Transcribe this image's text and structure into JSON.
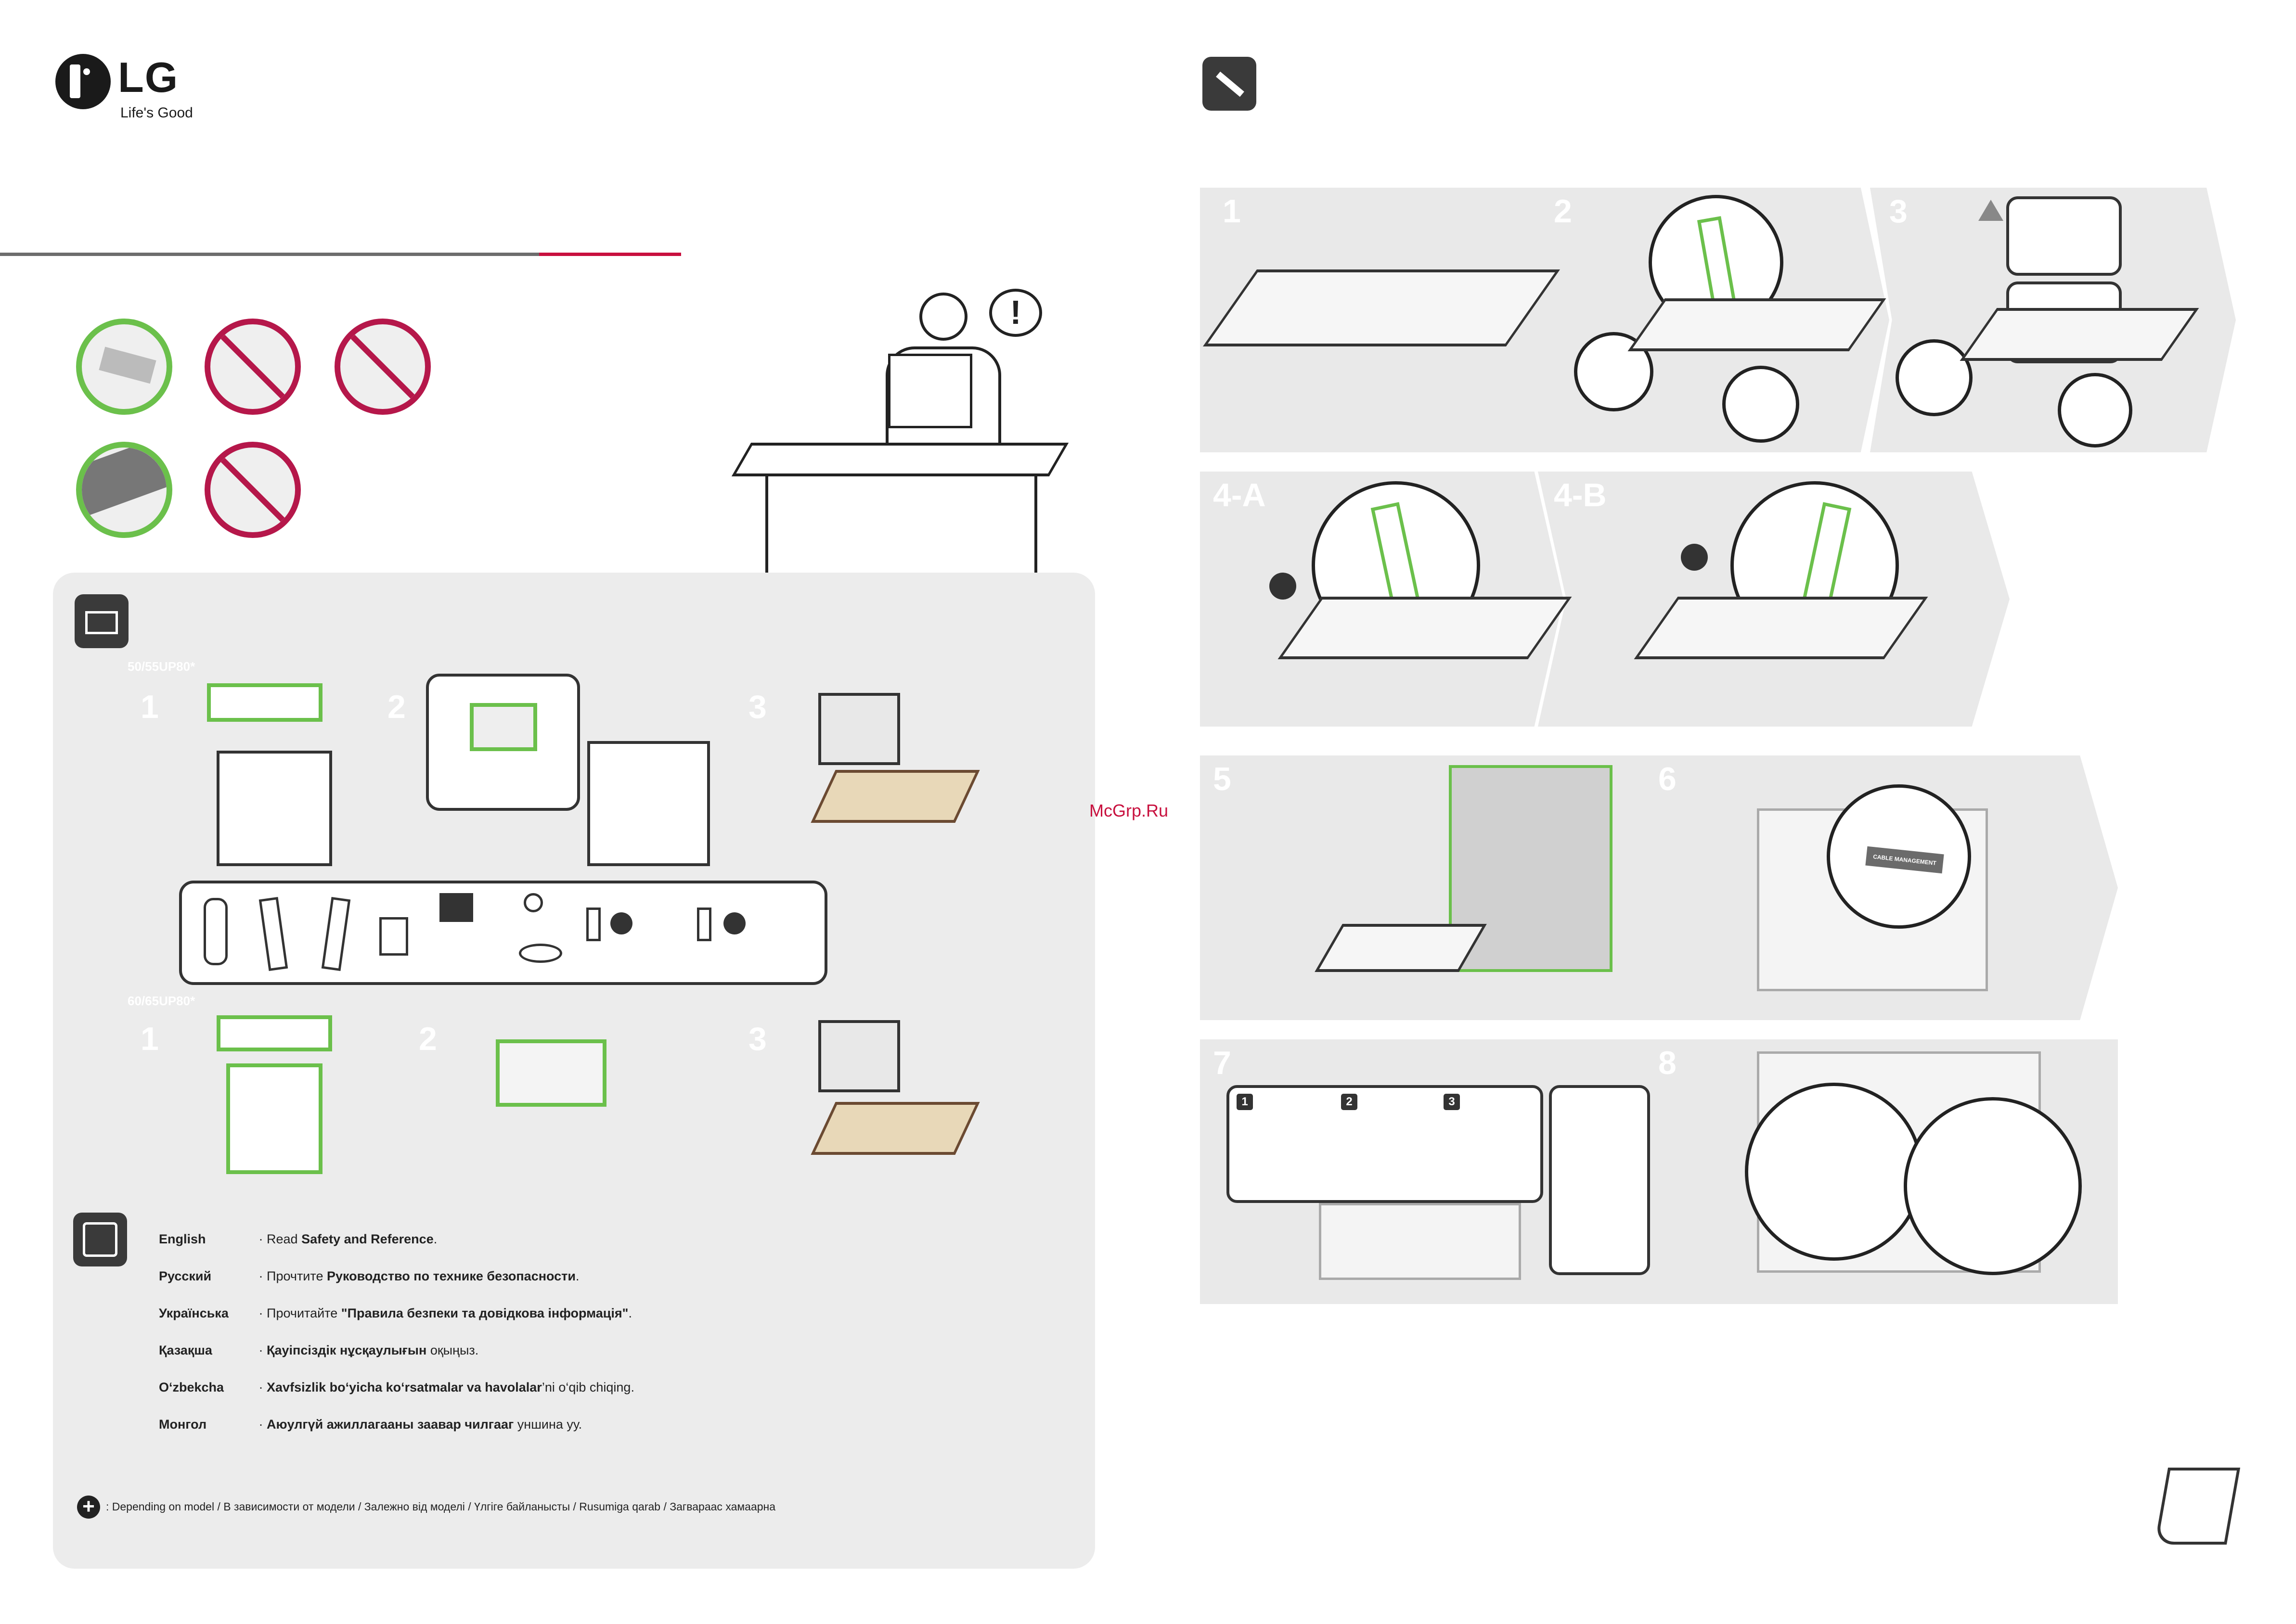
{
  "brand": {
    "name": "LG",
    "tagline": "Life's Good",
    "accent_red": "#c8103e",
    "accent_green": "#6bc04b"
  },
  "unpack": {
    "model_small": "50/55UP80*",
    "model_large": "60/65UP80*",
    "steps_small": [
      "1",
      "2",
      "3"
    ],
    "steps_large": [
      "1",
      "2",
      "3"
    ]
  },
  "assembly": {
    "steps": [
      "1",
      "2",
      "3",
      "4-A",
      "4-B",
      "5",
      "6",
      "7",
      "8"
    ],
    "cable_label": "CABLE MANAGEMENT",
    "substeps": [
      "1",
      "2",
      "3"
    ]
  },
  "watermark": "McGrp.Ru",
  "languages": [
    {
      "name": "English",
      "prefix": "Read ",
      "bold": "Safety and Reference",
      "suffix": "."
    },
    {
      "name": "Русский",
      "prefix": "Прочтите ",
      "bold": "Руководство по технике безопасности",
      "suffix": "."
    },
    {
      "name": "Українська",
      "prefix": "Прочитайте ",
      "bold": "\"Правила безпеки та довідкова інформація\"",
      "suffix": "."
    },
    {
      "name": "Қазақша",
      "prefix": "",
      "bold": "Қауіпсіздік нұсқаулығын",
      "suffix": " оқыңыз."
    },
    {
      "name": "O‘zbekcha",
      "prefix": "",
      "bold": "Xavfsizlik bo‘yicha ko‘rsatmalar va havolalar",
      "suffix": "’ni  o‘qib chiqing."
    },
    {
      "name": "Монгол",
      "prefix": "",
      "bold": "Аюулгүй ажиллагааны заавар чилгааг",
      "suffix": " уншина уу."
    }
  ],
  "footnote": ": Depending on model / В зависимости от модели / Залежно від моделі / Үлгіге байланысты / Rusumiga qarab / Загвараас хамаарна"
}
